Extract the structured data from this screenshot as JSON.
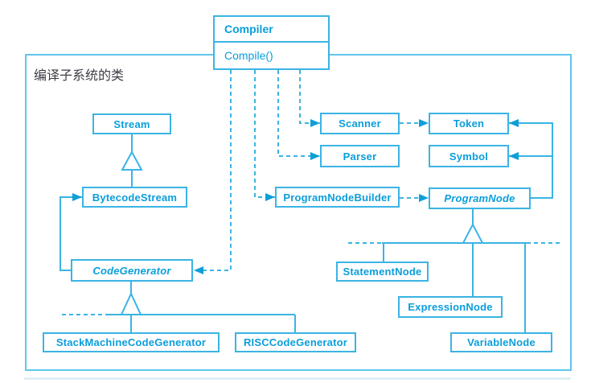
{
  "annotation": {
    "subsystem_label": "编译子系统的类"
  },
  "compiler": {
    "name": "Compiler",
    "operation": "Compile()"
  },
  "classes": {
    "stream": {
      "label": "Stream",
      "abstract": false
    },
    "bytecode_stream": {
      "label": "BytecodeStream",
      "abstract": false
    },
    "code_generator": {
      "label": "CodeGenerator",
      "abstract": true
    },
    "stack_machine_code_generator": {
      "label": "StackMachineCodeGenerator",
      "abstract": false
    },
    "risc_code_generator": {
      "label": "RISCCodeGenerator",
      "abstract": false
    },
    "scanner": {
      "label": "Scanner",
      "abstract": false
    },
    "token": {
      "label": "Token",
      "abstract": false
    },
    "parser": {
      "label": "Parser",
      "abstract": false
    },
    "symbol": {
      "label": "Symbol",
      "abstract": false
    },
    "program_node_builder": {
      "label": "ProgramNodeBuilder",
      "abstract": false
    },
    "program_node": {
      "label": "ProgramNode",
      "abstract": true
    },
    "statement_node": {
      "label": "StatementNode",
      "abstract": false
    },
    "expression_node": {
      "label": "ExpressionNode",
      "abstract": false
    },
    "variable_node": {
      "label": "VariableNode",
      "abstract": false
    }
  },
  "relationships": [
    {
      "from": "Compiler",
      "to": "CodeGenerator",
      "type": "dependency"
    },
    {
      "from": "Compiler",
      "to": "ProgramNodeBuilder",
      "type": "dependency"
    },
    {
      "from": "Compiler",
      "to": "Parser",
      "type": "dependency"
    },
    {
      "from": "Compiler",
      "to": "Scanner",
      "type": "dependency"
    },
    {
      "from": "Scanner",
      "to": "Token",
      "type": "dependency"
    },
    {
      "from": "ProgramNodeBuilder",
      "to": "ProgramNode",
      "type": "dependency"
    },
    {
      "from": "ProgramNode",
      "to": "Token",
      "type": "association"
    },
    {
      "from": "ProgramNode",
      "to": "Symbol",
      "type": "association"
    },
    {
      "from": "CodeGenerator",
      "to": "BytecodeStream",
      "type": "association"
    },
    {
      "from": "BytecodeStream",
      "to": "Stream",
      "type": "inheritance"
    },
    {
      "from": "StackMachineCodeGenerator",
      "to": "CodeGenerator",
      "type": "inheritance"
    },
    {
      "from": "RISCCodeGenerator",
      "to": "CodeGenerator",
      "type": "inheritance"
    },
    {
      "from": "StatementNode",
      "to": "ProgramNode",
      "type": "inheritance"
    },
    {
      "from": "ExpressionNode",
      "to": "ProgramNode",
      "type": "inheritance"
    },
    {
      "from": "VariableNode",
      "to": "ProgramNode",
      "type": "inheritance"
    }
  ],
  "colors": {
    "line": "#3bb4e4",
    "outer_border": "#5fc6ec",
    "class_text": "#0a9edb",
    "arrowhead": "#0f9fd8",
    "annotation_text": "#3c3c46",
    "background": "#ffffff"
  }
}
